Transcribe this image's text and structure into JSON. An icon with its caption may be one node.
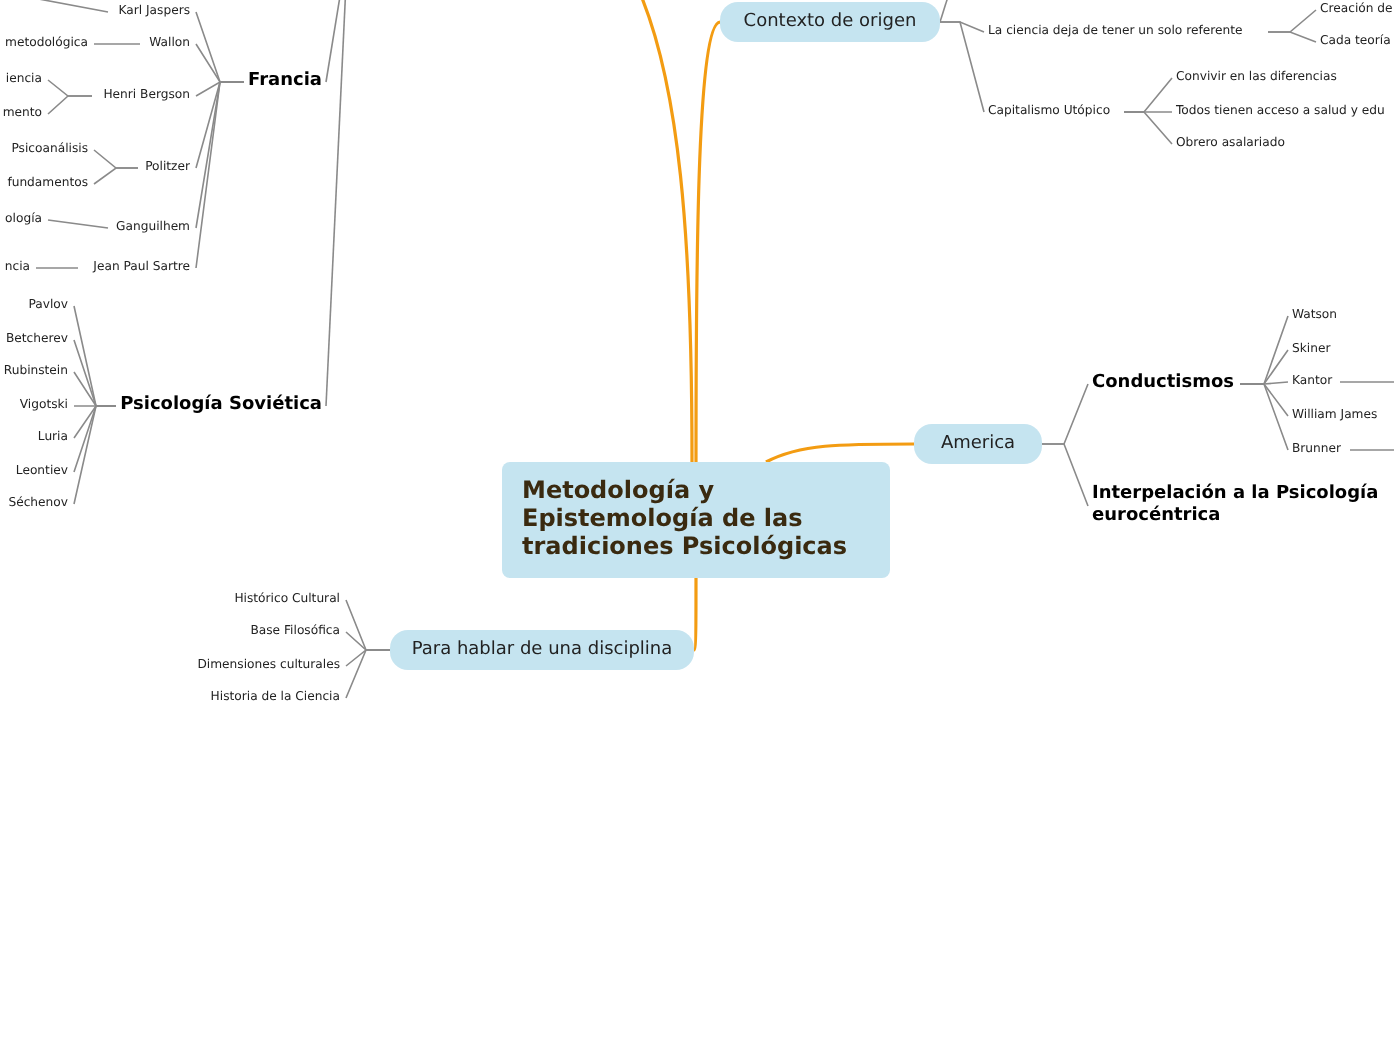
{
  "diagram": {
    "nodes": [
      {
        "text": [
          "Metodología y Epistemología de las tradiciones Psicológicas"
        ]
      },
      {
        "text": [
          "Contexto de origen"
        ]
      },
      {
        "text": [
          "La ciencia deja de tener un solo referente"
        ]
      },
      {
        "text": [
          "Creación de"
        ]
      },
      {
        "text": [
          "Cada teoría"
        ]
      },
      {
        "text": [
          "Capitalismo Utópico"
        ]
      },
      {
        "text": [
          "Convivir en las diferencias"
        ]
      },
      {
        "text": [
          "Todos tienen acceso a salud y edu"
        ]
      },
      {
        "text": [
          "Obrero asalariado"
        ]
      },
      {
        "text": [
          "America"
        ]
      },
      {
        "text": [
          "Conductismos"
        ]
      },
      {
        "text": [
          "Watson"
        ]
      },
      {
        "text": [
          "Skiner"
        ]
      },
      {
        "text": [
          "Kantor"
        ]
      },
      {
        "text": [
          "William James"
        ]
      },
      {
        "text": [
          "Brunner"
        ]
      },
      {
        "text": [
          "Interpelación a la Psicología eurocéntrica"
        ]
      },
      {
        "text": [
          "Para hablar de una disciplina"
        ]
      },
      {
        "text": [
          "Histórico Cultural"
        ]
      },
      {
        "text": [
          "Base Filosófica"
        ]
      },
      {
        "text": [
          "Dimensiones culturales"
        ]
      },
      {
        "text": [
          "Historia de la Ciencia"
        ]
      },
      {
        "text": [
          "Francia"
        ]
      },
      {
        "text": [
          "Karl Jaspers"
        ]
      },
      {
        "text": [
          "Wallon"
        ]
      },
      {
        "text": [
          "Henri Bergson"
        ]
      },
      {
        "text": [
          "Politzer"
        ]
      },
      {
        "text": [
          "Ganguilhem"
        ]
      },
      {
        "text": [
          "Jean Paul Sartre"
        ]
      },
      {
        "text": [
          "metodológica"
        ]
      },
      {
        "text": [
          "iencia"
        ]
      },
      {
        "text": [
          "mento"
        ]
      },
      {
        "text": [
          "Psicoanálisis"
        ]
      },
      {
        "text": [
          "fundamentos"
        ]
      },
      {
        "text": [
          "ología"
        ]
      },
      {
        "text": [
          "ncia"
        ]
      },
      {
        "text": [
          "Psicología Soviética"
        ]
      },
      {
        "text": [
          "Pavlov"
        ]
      },
      {
        "text": [
          "Betcherev"
        ]
      },
      {
        "text": [
          "Rubinstein"
        ]
      },
      {
        "text": [
          "Vigotski"
        ]
      },
      {
        "text": [
          "Luria"
        ]
      },
      {
        "text": [
          "Leontiev"
        ]
      },
      {
        "text": [
          "Séchenov"
        ]
      }
    ],
    "edges": [
      {
        "from": 0,
        "to": 1,
        "arrow": "none",
        "color": "#f39c12"
      },
      {
        "from": 0,
        "to": 9,
        "arrow": "none",
        "color": "#f39c12"
      },
      {
        "from": 0,
        "to": 17,
        "arrow": "none",
        "color": "#f39c12"
      },
      {
        "from": 0,
        "to": null,
        "arrow": "none",
        "color": "#f39c12"
      },
      {
        "from": 1,
        "to": null,
        "arrow": "none"
      },
      {
        "from": 1,
        "to": 2,
        "arrow": "none"
      },
      {
        "from": 1,
        "to": 5,
        "arrow": "none"
      },
      {
        "from": 2,
        "to": 3,
        "arrow": "none"
      },
      {
        "from": 2,
        "to": 4,
        "arrow": "none"
      },
      {
        "from": 5,
        "to": 6,
        "arrow": "none"
      },
      {
        "from": 5,
        "to": 7,
        "arrow": "none"
      },
      {
        "from": 5,
        "to": 8,
        "arrow": "none"
      },
      {
        "from": 9,
        "to": 10,
        "arrow": "none"
      },
      {
        "from": 9,
        "to": 16,
        "arrow": "none"
      },
      {
        "from": 10,
        "to": 11,
        "arrow": "none"
      },
      {
        "from": 10,
        "to": 12,
        "arrow": "none"
      },
      {
        "from": 10,
        "to": 13,
        "arrow": "none"
      },
      {
        "from": 10,
        "to": 14,
        "arrow": "none"
      },
      {
        "from": 10,
        "to": 15,
        "arrow": "none"
      },
      {
        "from": 13,
        "to": null,
        "arrow": "none"
      },
      {
        "from": 15,
        "to": null,
        "arrow": "none"
      },
      {
        "from": 17,
        "to": 18,
        "arrow": "none"
      },
      {
        "from": 17,
        "to": 19,
        "arrow": "none"
      },
      {
        "from": 17,
        "to": 20,
        "arrow": "none"
      },
      {
        "from": 17,
        "to": 21,
        "arrow": "none"
      },
      {
        "from": null,
        "to": 22,
        "arrow": "none"
      },
      {
        "from": null,
        "to": 36,
        "arrow": "none"
      },
      {
        "from": 22,
        "to": 23,
        "arrow": "none"
      },
      {
        "from": 22,
        "to": 24,
        "arrow": "none"
      },
      {
        "from": 22,
        "to": 25,
        "arrow": "none"
      },
      {
        "from": 22,
        "to": 26,
        "arrow": "none"
      },
      {
        "from": 22,
        "to": 27,
        "arrow": "none"
      },
      {
        "from": 22,
        "to": 28,
        "arrow": "none"
      },
      {
        "from": 23,
        "to": null,
        "arrow": "none"
      },
      {
        "from": 24,
        "to": 29,
        "arrow": "none"
      },
      {
        "from": 25,
        "to": 30,
        "arrow": "none"
      },
      {
        "from": 25,
        "to": 31,
        "arrow": "none"
      },
      {
        "from": 26,
        "to": 32,
        "arrow": "none"
      },
      {
        "from": 26,
        "to": 33,
        "arrow": "none"
      },
      {
        "from": 27,
        "to": 34,
        "arrow": "none"
      },
      {
        "from": 28,
        "to": 35,
        "arrow": "none"
      },
      {
        "from": 36,
        "to": 37,
        "arrow": "none"
      },
      {
        "from": 36,
        "to": 38,
        "arrow": "none"
      },
      {
        "from": 36,
        "to": 39,
        "arrow": "none"
      },
      {
        "from": 36,
        "to": 40,
        "arrow": "none"
      },
      {
        "from": 36,
        "to": 41,
        "arrow": "none"
      },
      {
        "from": 36,
        "to": 42,
        "arrow": "none"
      },
      {
        "from": 36,
        "to": 43,
        "arrow": "none"
      }
    ]
  }
}
